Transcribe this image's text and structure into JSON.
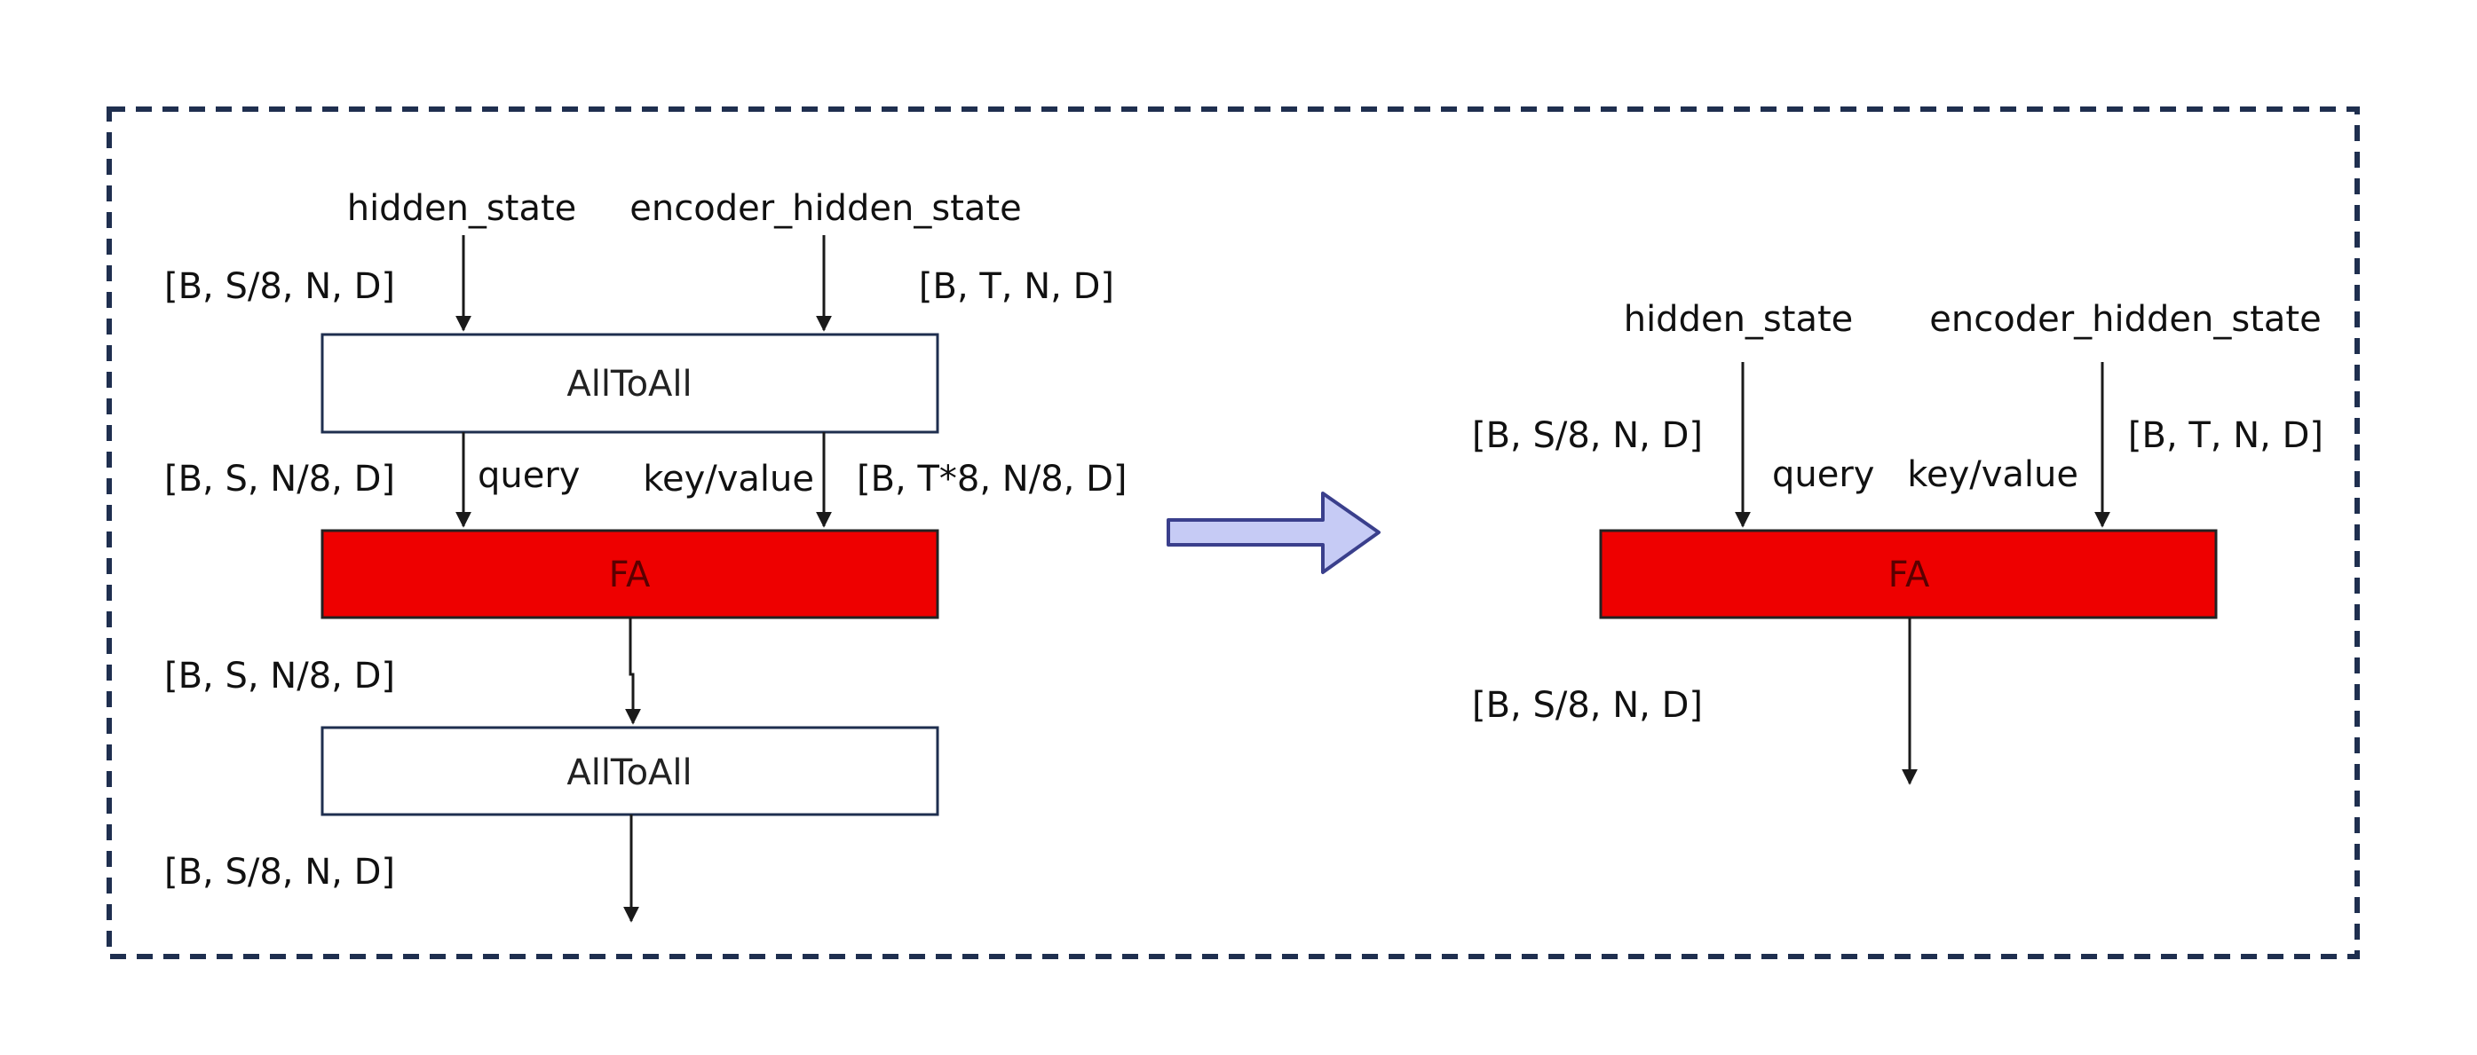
{
  "colors": {
    "frame": "#1f2f4f",
    "line": "#1a1a1a",
    "fa_fill": "#ee0000",
    "fa_text": "#5a0000",
    "box_text": "#222222",
    "transform_arrow_fill": "#c6cbf5",
    "transform_arrow_stroke": "#3a3f8c"
  },
  "left": {
    "input_hidden": "hidden_state",
    "input_encoder": "encoder_hidden_state",
    "shape_hidden_in": "[B, S/8, N, D]",
    "shape_encoder_in": "[B, T, N, D]",
    "alltoall_top": "AllToAll",
    "shape_query": "[B, S, N/8, D]",
    "query_label": "query",
    "kv_label": "key/value",
    "shape_kv": "[B, T*8, N/8, D]",
    "fa": "FA",
    "shape_fa_out": "[B, S, N/8, D]",
    "alltoall_bottom": "AllToAll",
    "shape_out": "[B, S/8, N, D]"
  },
  "transform_arrow_icon": "right-arrow-icon",
  "right": {
    "input_hidden": "hidden_state",
    "input_encoder": "encoder_hidden_state",
    "shape_hidden_in": "[B, S/8, N, D]",
    "shape_encoder_in": "[B, T, N, D]",
    "query_label": "query",
    "kv_label": "key/value",
    "fa": "FA",
    "shape_out": "[B, S/8, N, D]"
  }
}
